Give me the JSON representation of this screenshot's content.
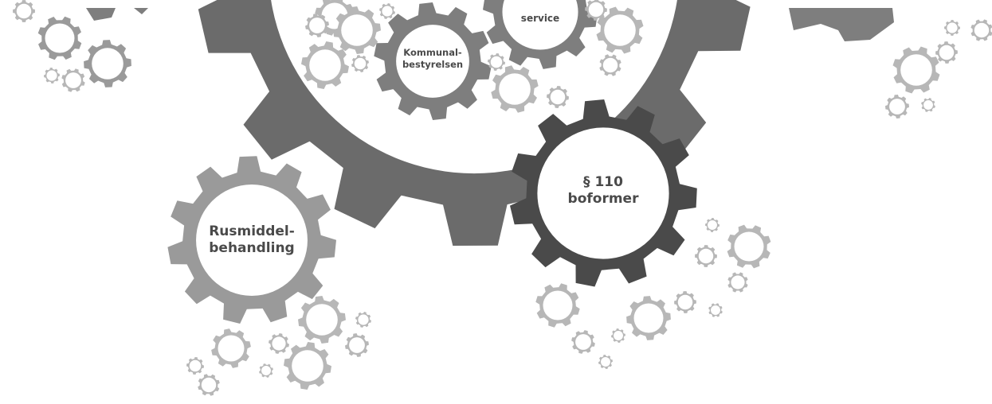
{
  "colors": {
    "background": "#ffffff",
    "gear_big": "#6b6b6b",
    "gear_dark": "#4a4a4a",
    "gear_mid": "#7e7e7e",
    "gear_light": "#9a9a9a",
    "gear_small": "#b7b7b7",
    "hole_fill": "#ffffff",
    "label_color": "#4a4a4a"
  },
  "labels": {
    "rusmiddel": [
      "Rusmiddel-",
      "behandling"
    ],
    "paragraf110": [
      "§ 110",
      "boformer"
    ],
    "kommunal": [
      "Kommunal-",
      "bestyrelsen"
    ],
    "service": "service"
  }
}
